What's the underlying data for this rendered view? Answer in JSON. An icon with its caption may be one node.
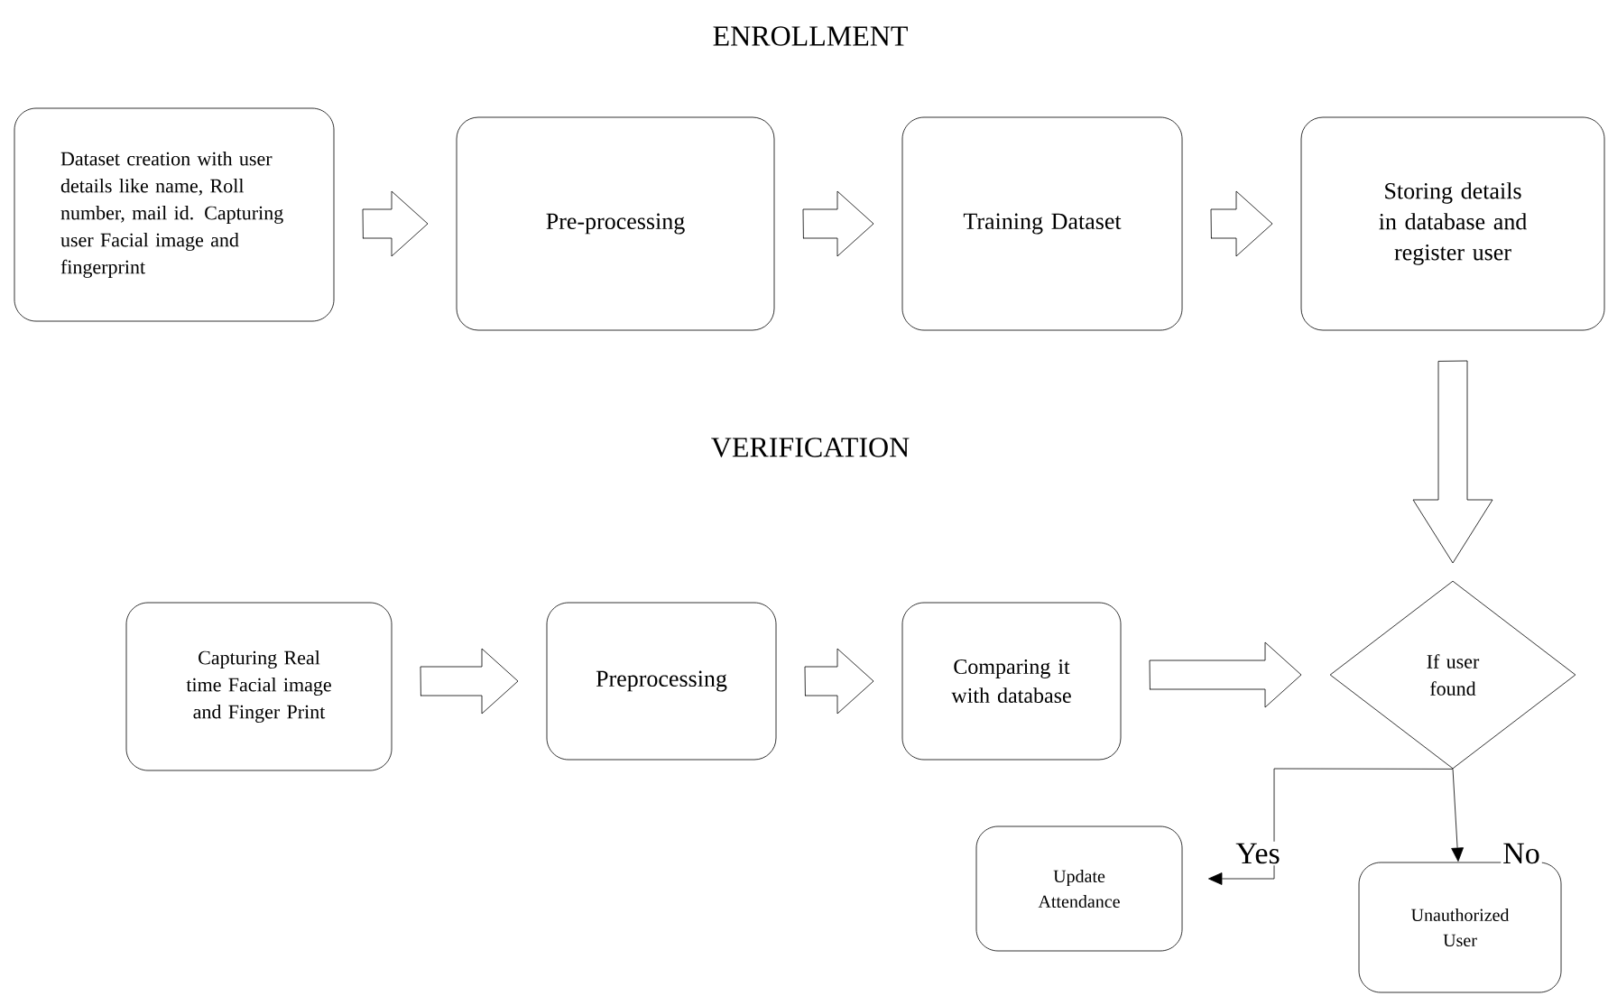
{
  "diagram": {
    "title": "ENROLLMENT",
    "nodes": [
      {
        "text": [
          "Dataset creation with user details like name, Roll number, mail id. Capturing user Facial image and fingerprint"
        ]
      },
      {
        "text": [
          "Pre-processing"
        ]
      },
      {
        "text": [
          "Training Dataset"
        ]
      },
      {
        "text": [
          "Storing details in database and register user"
        ]
      },
      {
        "text": [
          "Capturing Real time Facial image and Finger Print"
        ]
      },
      {
        "text": [
          "Preprocessing"
        ]
      },
      {
        "text": [
          "Comparing it with database"
        ]
      },
      {
        "text": [
          "If user found"
        ]
      },
      {
        "text": [
          "Update Attendance"
        ]
      },
      {
        "text": [
          "Unauthorized User"
        ]
      }
    ],
    "edges": [
      {
        "from": 0,
        "to": 1,
        "arrow": "to"
      },
      {
        "from": 1,
        "to": 2,
        "arrow": "to"
      },
      {
        "from": 2,
        "to": 3,
        "arrow": "to"
      },
      {
        "from": 3,
        "to": 7,
        "arrow": "to"
      },
      {
        "from": 4,
        "to": 5,
        "arrow": "to"
      },
      {
        "from": 5,
        "to": 6,
        "arrow": "to"
      },
      {
        "from": 6,
        "to": 7,
        "arrow": "to"
      },
      {
        "from": 7,
        "to": 8,
        "arrow": "to",
        "label": "Yes"
      },
      {
        "from": 7,
        "to": 9,
        "arrow": "to",
        "label": "No"
      }
    ],
    "labels": [
      "VERIFICATION"
    ]
  }
}
